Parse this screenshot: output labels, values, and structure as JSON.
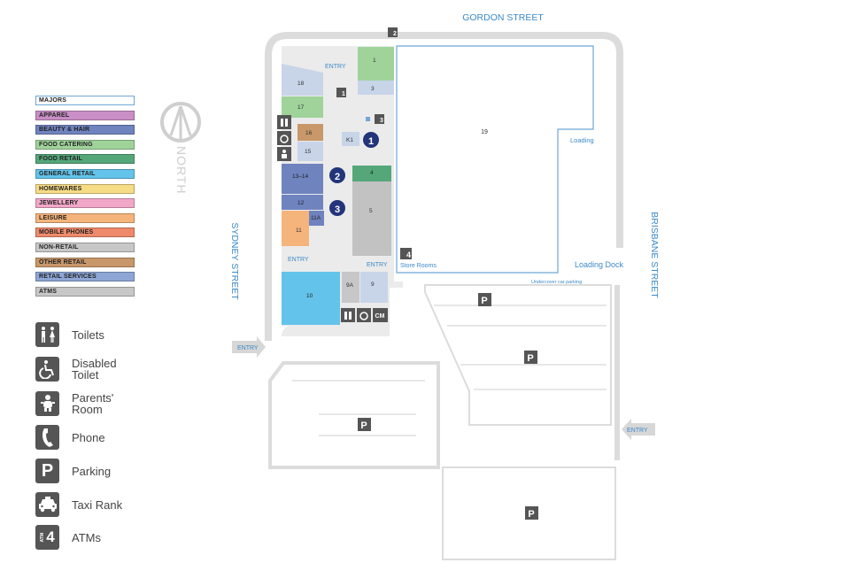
{
  "streets": {
    "north": "GORDON STREET",
    "west": "SYDNEY STREET",
    "east": "BRISBANE STREET"
  },
  "north_label": "NORTH",
  "legend": [
    {
      "label": "MAJORS",
      "color": "#ffffff"
    },
    {
      "label": "APPAREL",
      "color": "#c98fc6"
    },
    {
      "label": "BEAUTY & HAIR",
      "color": "#6f83bf"
    },
    {
      "label": "FOOD CATERING",
      "color": "#9fd39a"
    },
    {
      "label": "FOOD RETAIL",
      "color": "#55a77a"
    },
    {
      "label": "GENERAL RETAIL",
      "color": "#63c3ea"
    },
    {
      "label": "HOMEWARES",
      "color": "#f7dc86"
    },
    {
      "label": "JEWELLERY",
      "color": "#f2a7c9"
    },
    {
      "label": "LEISURE",
      "color": "#f4b47c"
    },
    {
      "label": "MOBILE PHONES",
      "color": "#ee8a6b"
    },
    {
      "label": "NON-RETAIL",
      "color": "#c7c7c7"
    },
    {
      "label": "OTHER RETAIL",
      "color": "#c8976a"
    },
    {
      "label": "RETAIL SERVICES",
      "color": "#8ea6d5"
    },
    {
      "label": "ATMS",
      "color": "#c7c7c7"
    }
  ],
  "icon_legend": [
    {
      "label": "Toilets",
      "icon": "toilets-icon"
    },
    {
      "label": "Disabled\nToilet",
      "icon": "disabled-toilet-icon"
    },
    {
      "label": "Parents'\nRoom",
      "icon": "parents-room-icon"
    },
    {
      "label": "Phone",
      "icon": "phone-icon"
    },
    {
      "label": "Parking",
      "icon": "parking-icon"
    },
    {
      "label": "Taxi Rank",
      "icon": "taxi-icon"
    },
    {
      "label": "ATMs",
      "icon": "atm-icon"
    }
  ],
  "shops": {
    "s1": "1",
    "s3": "3",
    "s4": "4",
    "s5": "5",
    "s9": "9",
    "s9a": "9A",
    "s10": "10",
    "s11": "11",
    "s11a": "11A",
    "s12": "12",
    "s1314": "13–14",
    "s15": "15",
    "s16": "16",
    "s17": "17",
    "s18": "18",
    "s19": "19",
    "k1": "K1"
  },
  "markers": {
    "m1": "1",
    "m2": "2",
    "m3": "3"
  },
  "atms": {
    "a1": "1",
    "a2": "2",
    "a3": "3",
    "a4": "4"
  },
  "labels": {
    "entry": "ENTRY",
    "loading": "Loading",
    "loading_dock": "Loading Dock",
    "store_rooms": "Store Rooms",
    "undercover": "Undercover car parking",
    "parking": "P",
    "cm": "CM"
  },
  "colors": {
    "street_text": "#3b8ac8",
    "building": "#ebebeb",
    "major_outline": "#6ea6d8"
  }
}
